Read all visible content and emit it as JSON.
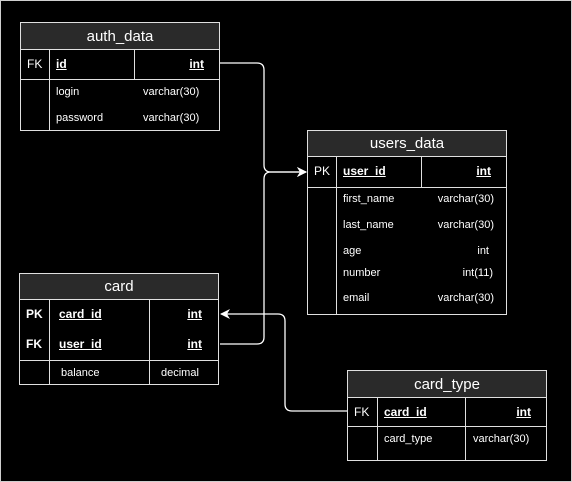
{
  "tables": {
    "auth_data": {
      "name": "auth_data",
      "key_row": {
        "key": "FK",
        "field": "id",
        "type": "int"
      },
      "rows": [
        {
          "field": "login",
          "type": "varchar(30)"
        },
        {
          "field": "password",
          "type": "varchar(30)"
        }
      ]
    },
    "users_data": {
      "name": "users_data",
      "key_row": {
        "key": "PK",
        "field": "user_id",
        "type": "int"
      },
      "rows": [
        {
          "field": "first_name",
          "type": "varchar(30)"
        },
        {
          "field": "last_name",
          "type": "varchar(30)"
        },
        {
          "field": "age",
          "type": "int"
        },
        {
          "field": "number",
          "type": "int(11)"
        },
        {
          "field": "email",
          "type": "varchar(30)"
        }
      ]
    },
    "card": {
      "name": "card",
      "key_rows": [
        {
          "key": "PK",
          "field": "card_id",
          "type": "int"
        },
        {
          "key": "FK",
          "field": "user_id",
          "type": "int"
        }
      ],
      "rows": [
        {
          "field": "balance",
          "type": "decimal"
        }
      ]
    },
    "card_type": {
      "name": "card_type",
      "key_row": {
        "key": "FK",
        "field": "card_id",
        "type": "int"
      },
      "rows": [
        {
          "field": "card_type",
          "type": "varchar(30)"
        }
      ]
    }
  }
}
